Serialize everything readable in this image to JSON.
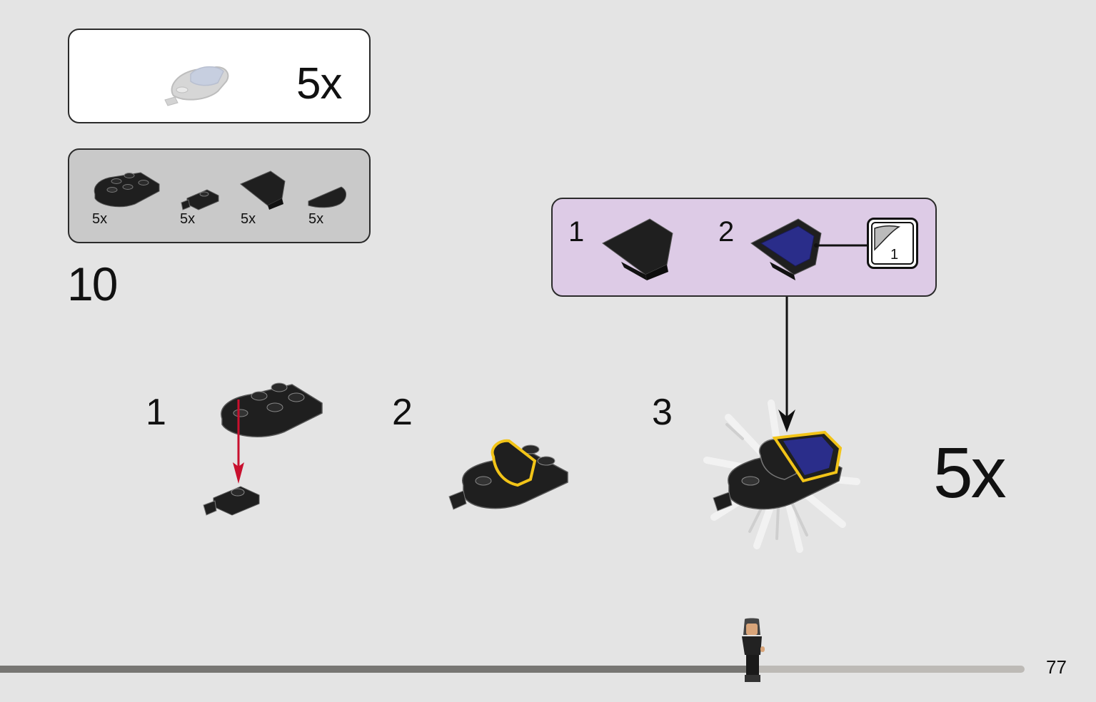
{
  "subassembly": {
    "quantity": "5x"
  },
  "parts_list": [
    {
      "name": "round-plate",
      "qty": "5x"
    },
    {
      "name": "clip-plate",
      "qty": "5x"
    },
    {
      "name": "wedge-tile",
      "qty": "5x"
    },
    {
      "name": "half-round-tile",
      "qty": "5x"
    }
  ],
  "step": {
    "number": "10"
  },
  "sub_step_box": {
    "steps": [
      {
        "number": "1",
        "part": "wedge-tile"
      },
      {
        "number": "2",
        "part": "wedge-tile-with-sticker"
      }
    ],
    "sticker": {
      "number": "1"
    }
  },
  "sub_steps": [
    {
      "number": "1"
    },
    {
      "number": "2"
    },
    {
      "number": "3"
    }
  ],
  "repeat": {
    "quantity": "5x"
  },
  "page": {
    "number": "77",
    "progress": 0.73
  },
  "colors": {
    "part_dark": "#1f1f1f",
    "highlight": "#f2c418",
    "sub_box": "#ddcbe6",
    "arrow_red": "#c8102e",
    "sticker_blue": "#2a2d8a"
  }
}
